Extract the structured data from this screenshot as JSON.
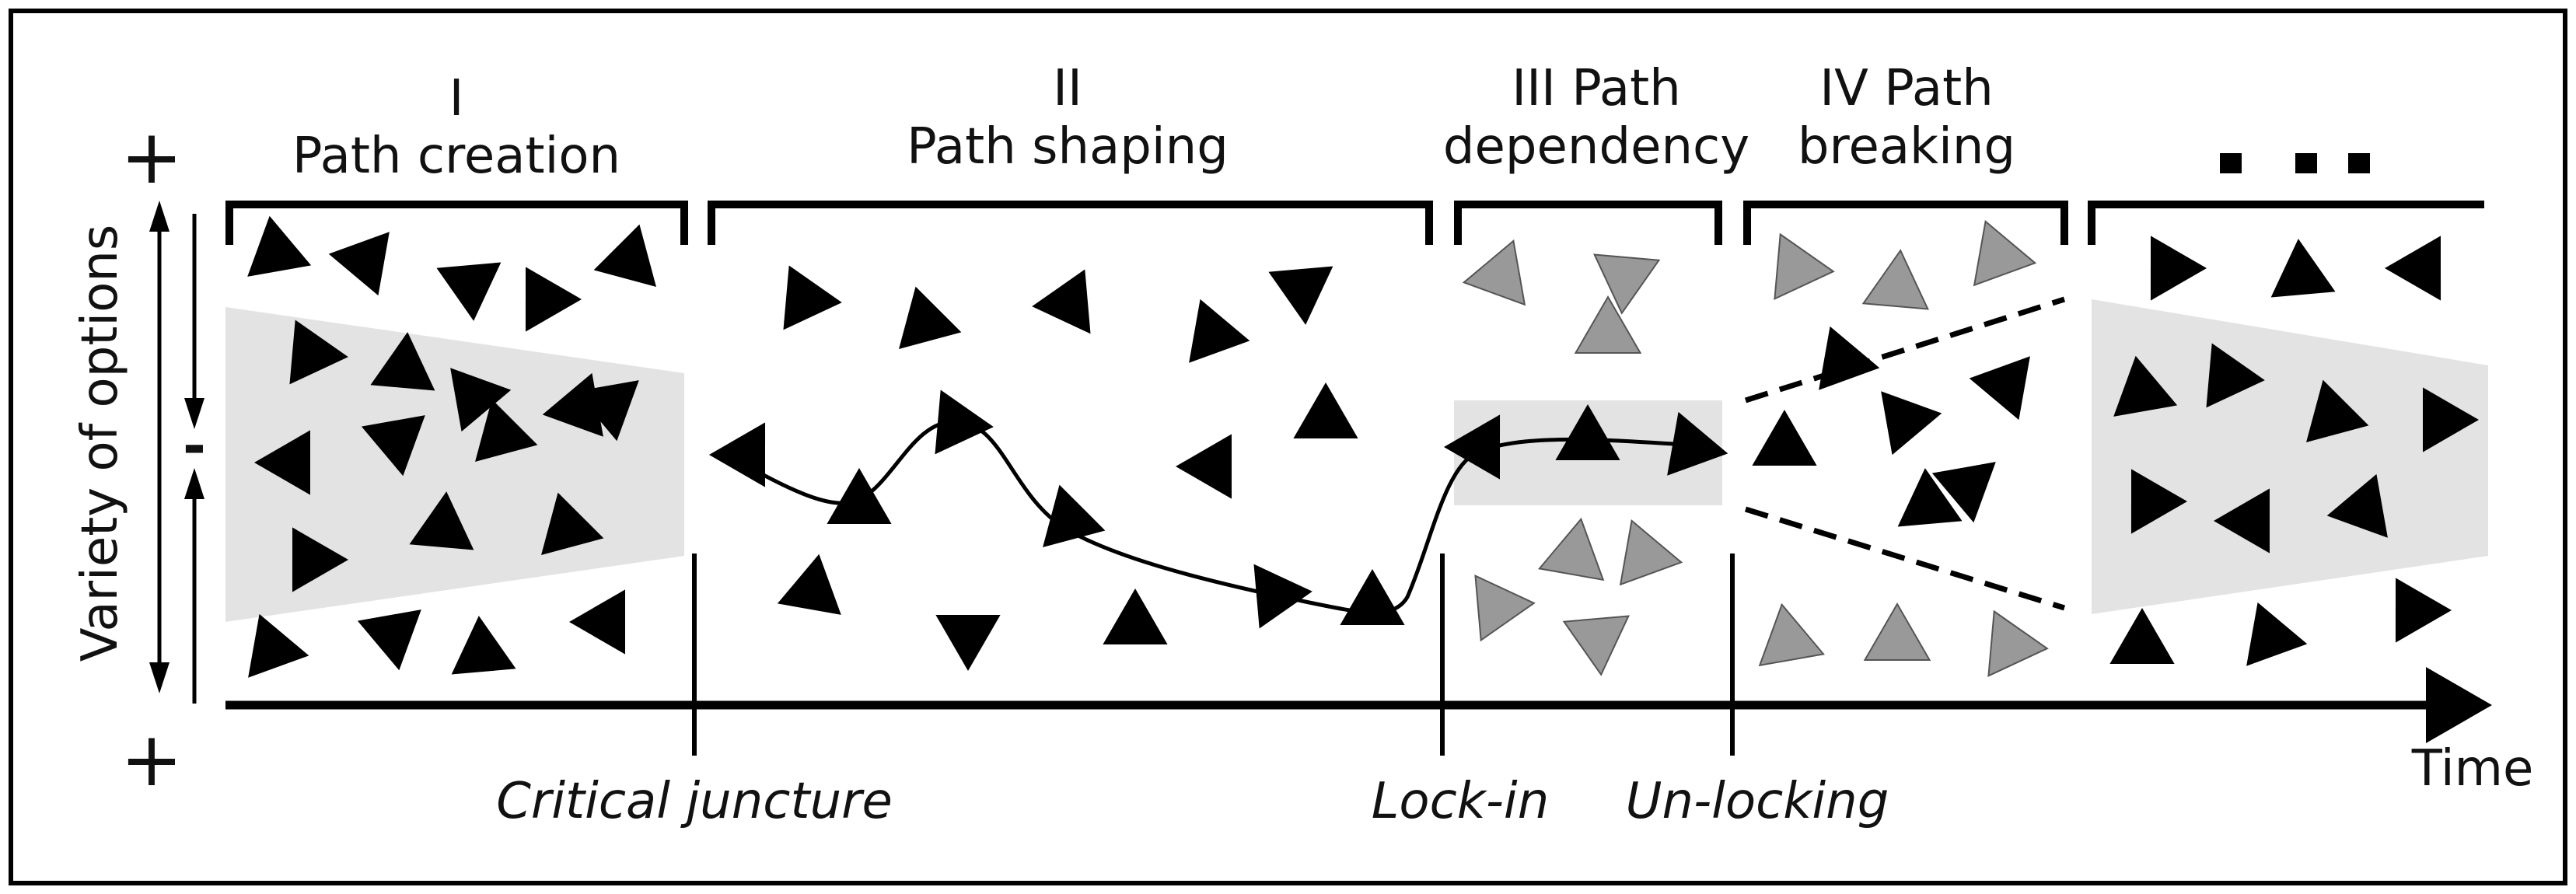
{
  "phases": [
    {
      "numeral": "I",
      "title": "Path creation"
    },
    {
      "numeral": "II",
      "title": "Path shaping"
    },
    {
      "line1": "III Path",
      "line2": "dependency"
    },
    {
      "line1": "IV Path",
      "line2": "breaking"
    },
    {
      "text": "..."
    }
  ],
  "axis": {
    "y_label": "Variety of options",
    "top_sign": "+",
    "middle_sign": "-",
    "bottom_sign": "+",
    "x_label": "Time"
  },
  "events": {
    "critical_juncture": "Critical juncture",
    "lock_in": "Lock-in",
    "un_locking": "Un-locking"
  },
  "colors": {
    "option_dark": "#000000",
    "option_light": "#999999",
    "shaded_band": "#e3e3e3",
    "frame": "#000000"
  }
}
